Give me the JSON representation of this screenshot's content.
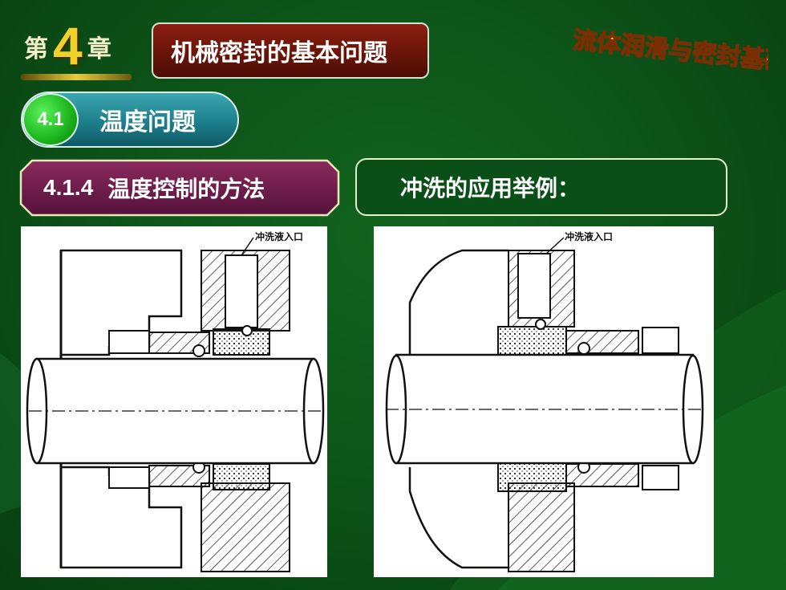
{
  "chapter": {
    "prefix": "第",
    "number": "4",
    "suffix": "章"
  },
  "header": {
    "title": "机械密封的基本问题",
    "logo_text": "流体润滑与密封基础"
  },
  "section": {
    "number": "4.1",
    "title": "温度问题"
  },
  "subsection": {
    "number": "4.1.4",
    "title": "温度控制的方法"
  },
  "note": {
    "text": "冲洗的应用举例："
  },
  "figures": [
    {
      "inlet_label": "冲洗液入口"
    },
    {
      "inlet_label": "冲洗液入口"
    }
  ],
  "colors": {
    "background": "#0d5519",
    "title_box": "#6a1408",
    "pill": "#1d7f8c",
    "pill_circle": "#1bb41b",
    "subsection_box": "#6e1d48",
    "chapter_number": "#f2d22a",
    "logo": "#f0a020"
  }
}
